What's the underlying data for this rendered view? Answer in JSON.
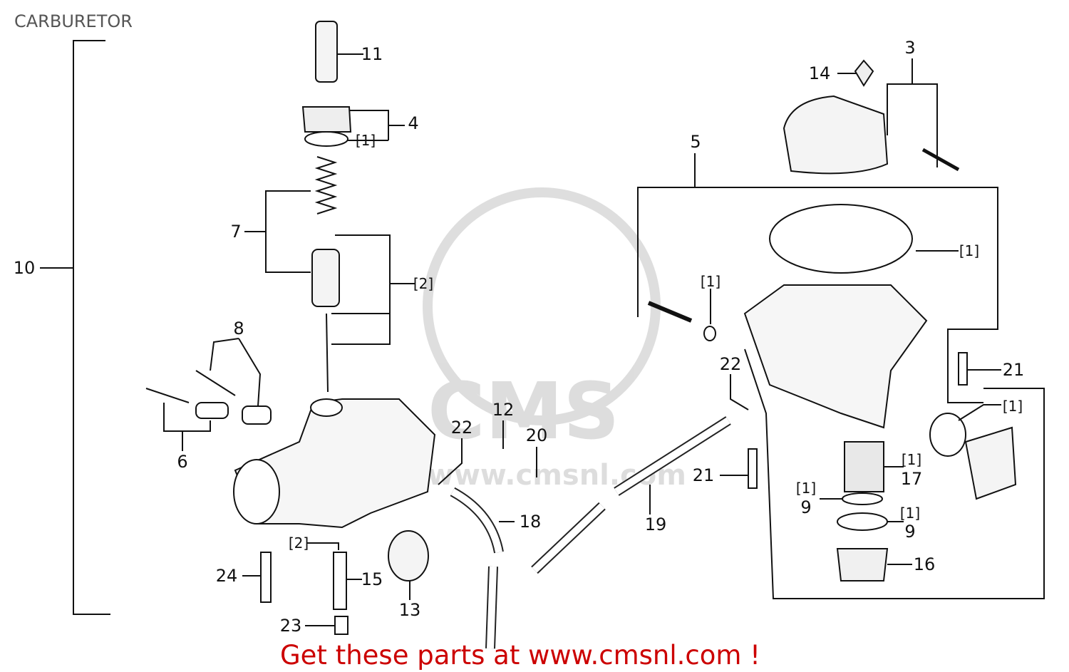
{
  "title": "CARBURETOR",
  "footer": "Get these parts at www.cmsnl.com !",
  "watermark": "CMS www.cmsnl.com",
  "colors": {
    "footer": "#cc0000",
    "title": "#555555",
    "lines": "#111111"
  },
  "callouts": {
    "p11": "11",
    "p4": "4",
    "p4_ref": "[1]",
    "p7": "7",
    "p7_ref": "[2]",
    "p10": "10",
    "p8": "8",
    "p6": "6",
    "p22a": "22",
    "p12": "12",
    "p20": "20",
    "p18": "18",
    "p13": "13",
    "p15": "15",
    "p24": "24",
    "p23": "23",
    "p15_ref": "[2]",
    "p19": "19",
    "p21a": "21",
    "p22b": "22",
    "p5": "5",
    "p3": "3",
    "p14": "14",
    "gasket_ref": "[1]",
    "screw_ref": "[1]",
    "p21b": "21",
    "oring_ref": "[1]",
    "p17_ref": "[1]",
    "p17": "17",
    "p9a_ref": "[1]",
    "p9a": "9",
    "p9b_ref": "[1]",
    "p9b": "9",
    "p16": "16"
  }
}
